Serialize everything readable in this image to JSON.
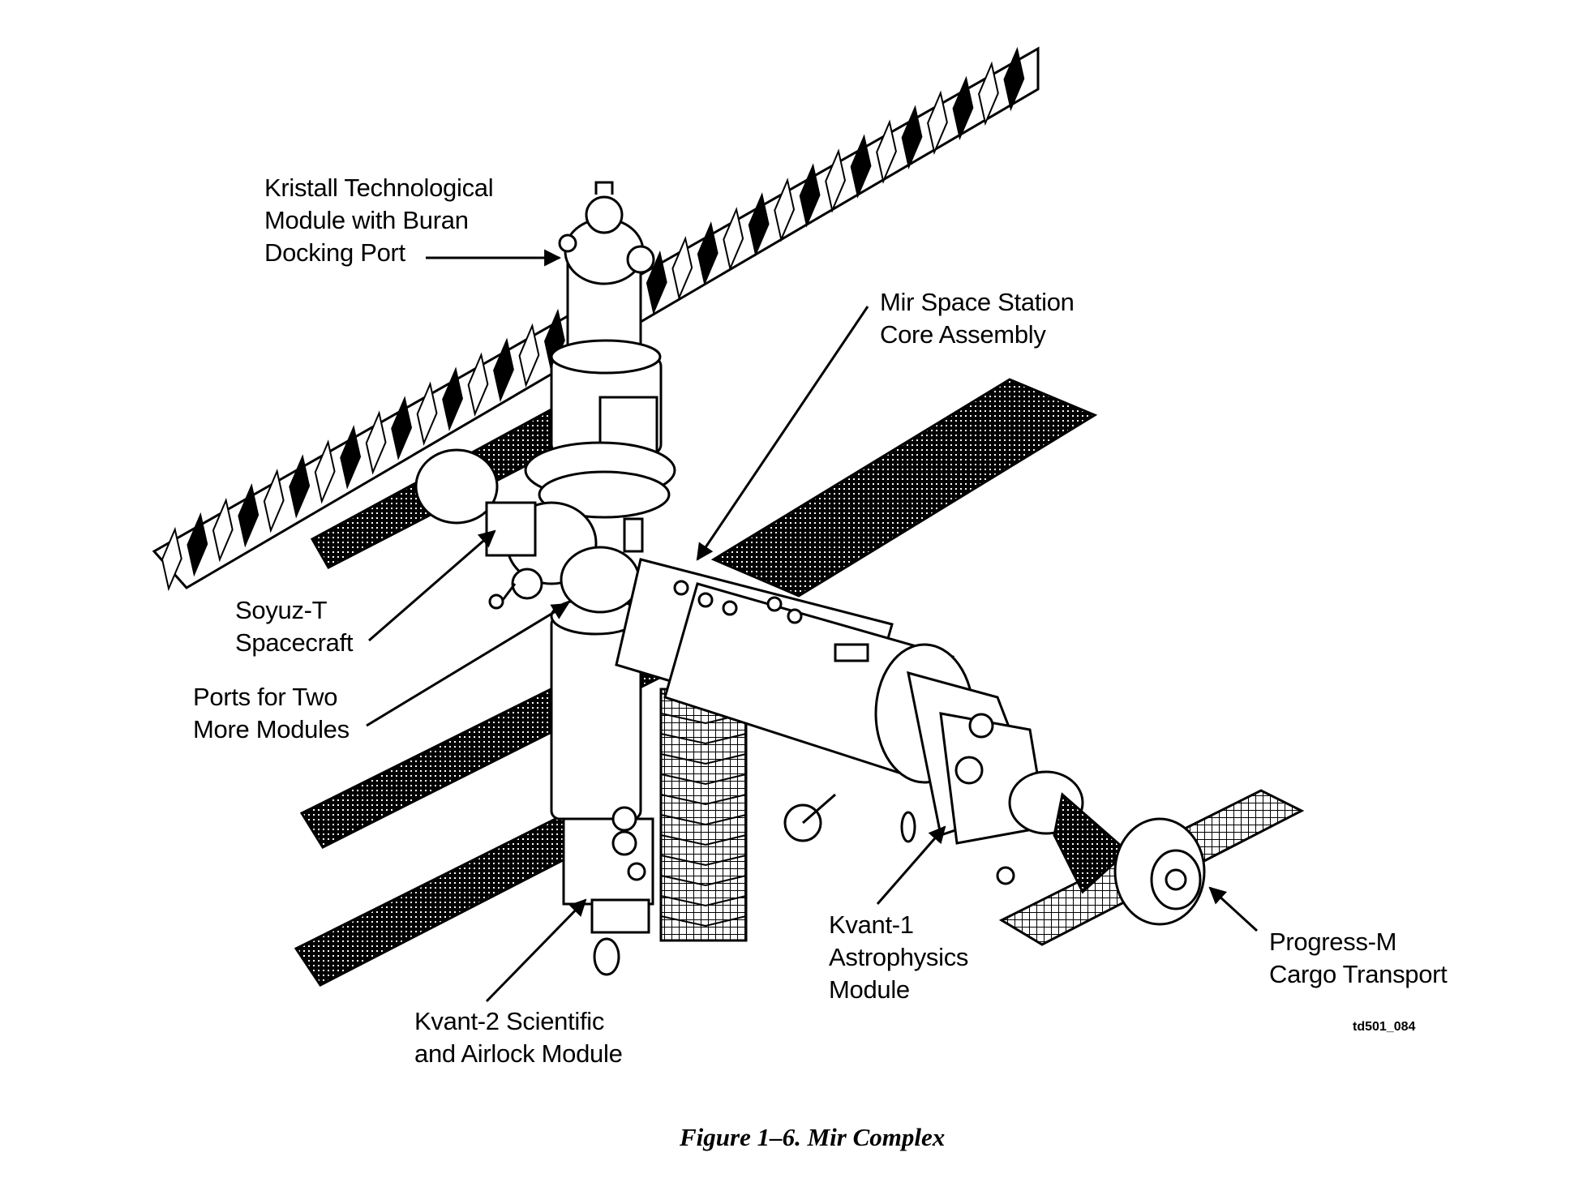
{
  "figure": {
    "caption": "Figure 1–6.  Mir Complex",
    "image_code": "td501_084",
    "colors": {
      "ink": "#000000",
      "paper": "#ffffff"
    }
  },
  "labels": {
    "kristall": [
      "Kristall Technological",
      "Module with Buran",
      "Docking Port"
    ],
    "core": [
      "Mir Space Station",
      "Core Assembly"
    ],
    "soyuz": [
      "Soyuz-T",
      "Spacecraft"
    ],
    "ports": [
      "Ports for Two",
      "More Modules"
    ],
    "kvant1": [
      "Kvant-1",
      "Astrophysics",
      "Module"
    ],
    "progress": [
      "Progress-M",
      "Cargo Transport"
    ],
    "kvant2": [
      "Kvant-2 Scientific",
      "and Airlock Module"
    ]
  }
}
